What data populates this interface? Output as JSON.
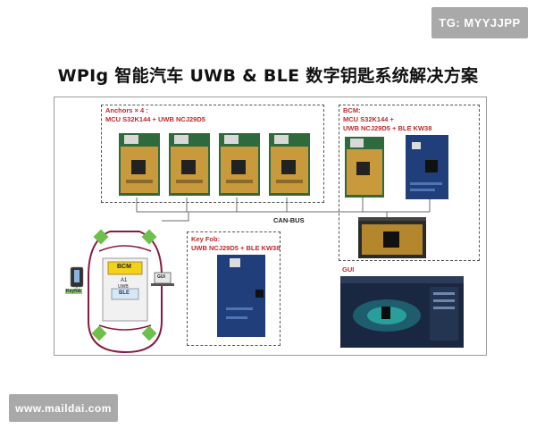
{
  "watermarks": {
    "top": "TG: MYYJJPP",
    "bottom": "www.maildai.com"
  },
  "title": "WPIg 智能汽车 UWB & BLE 数字钥匙系统解决方案",
  "diagram": {
    "anchors_label_line1": "Anchors × 4 :",
    "anchors_label_line2": "MCU S32K144 + UWB NCJ29D5",
    "bcm_label_line1": "BCM:",
    "bcm_label_line2": "MCU S32K144 +",
    "bcm_label_line3": "UWB NCJ29D5 + BLE KW38",
    "keyfob_label_line1": "Key Fob:",
    "keyfob_label_line2": "UWB NCJ29D5 + BLE KW38",
    "can_bus": "CAN-BUS",
    "gui_label": "GUI",
    "car": {
      "bcm": "BCM",
      "a1": "A1",
      "uwb": "UWB",
      "ble": "BLE",
      "keyfob": "Keyfob",
      "gui": "GUI"
    }
  },
  "colors": {
    "label_red": "#c0282d",
    "board_blue": "#1f3e7a",
    "board_gold": "#c89a3c",
    "anchor_green": "#6fc04a",
    "bcm_yellow": "#f2d21b"
  }
}
